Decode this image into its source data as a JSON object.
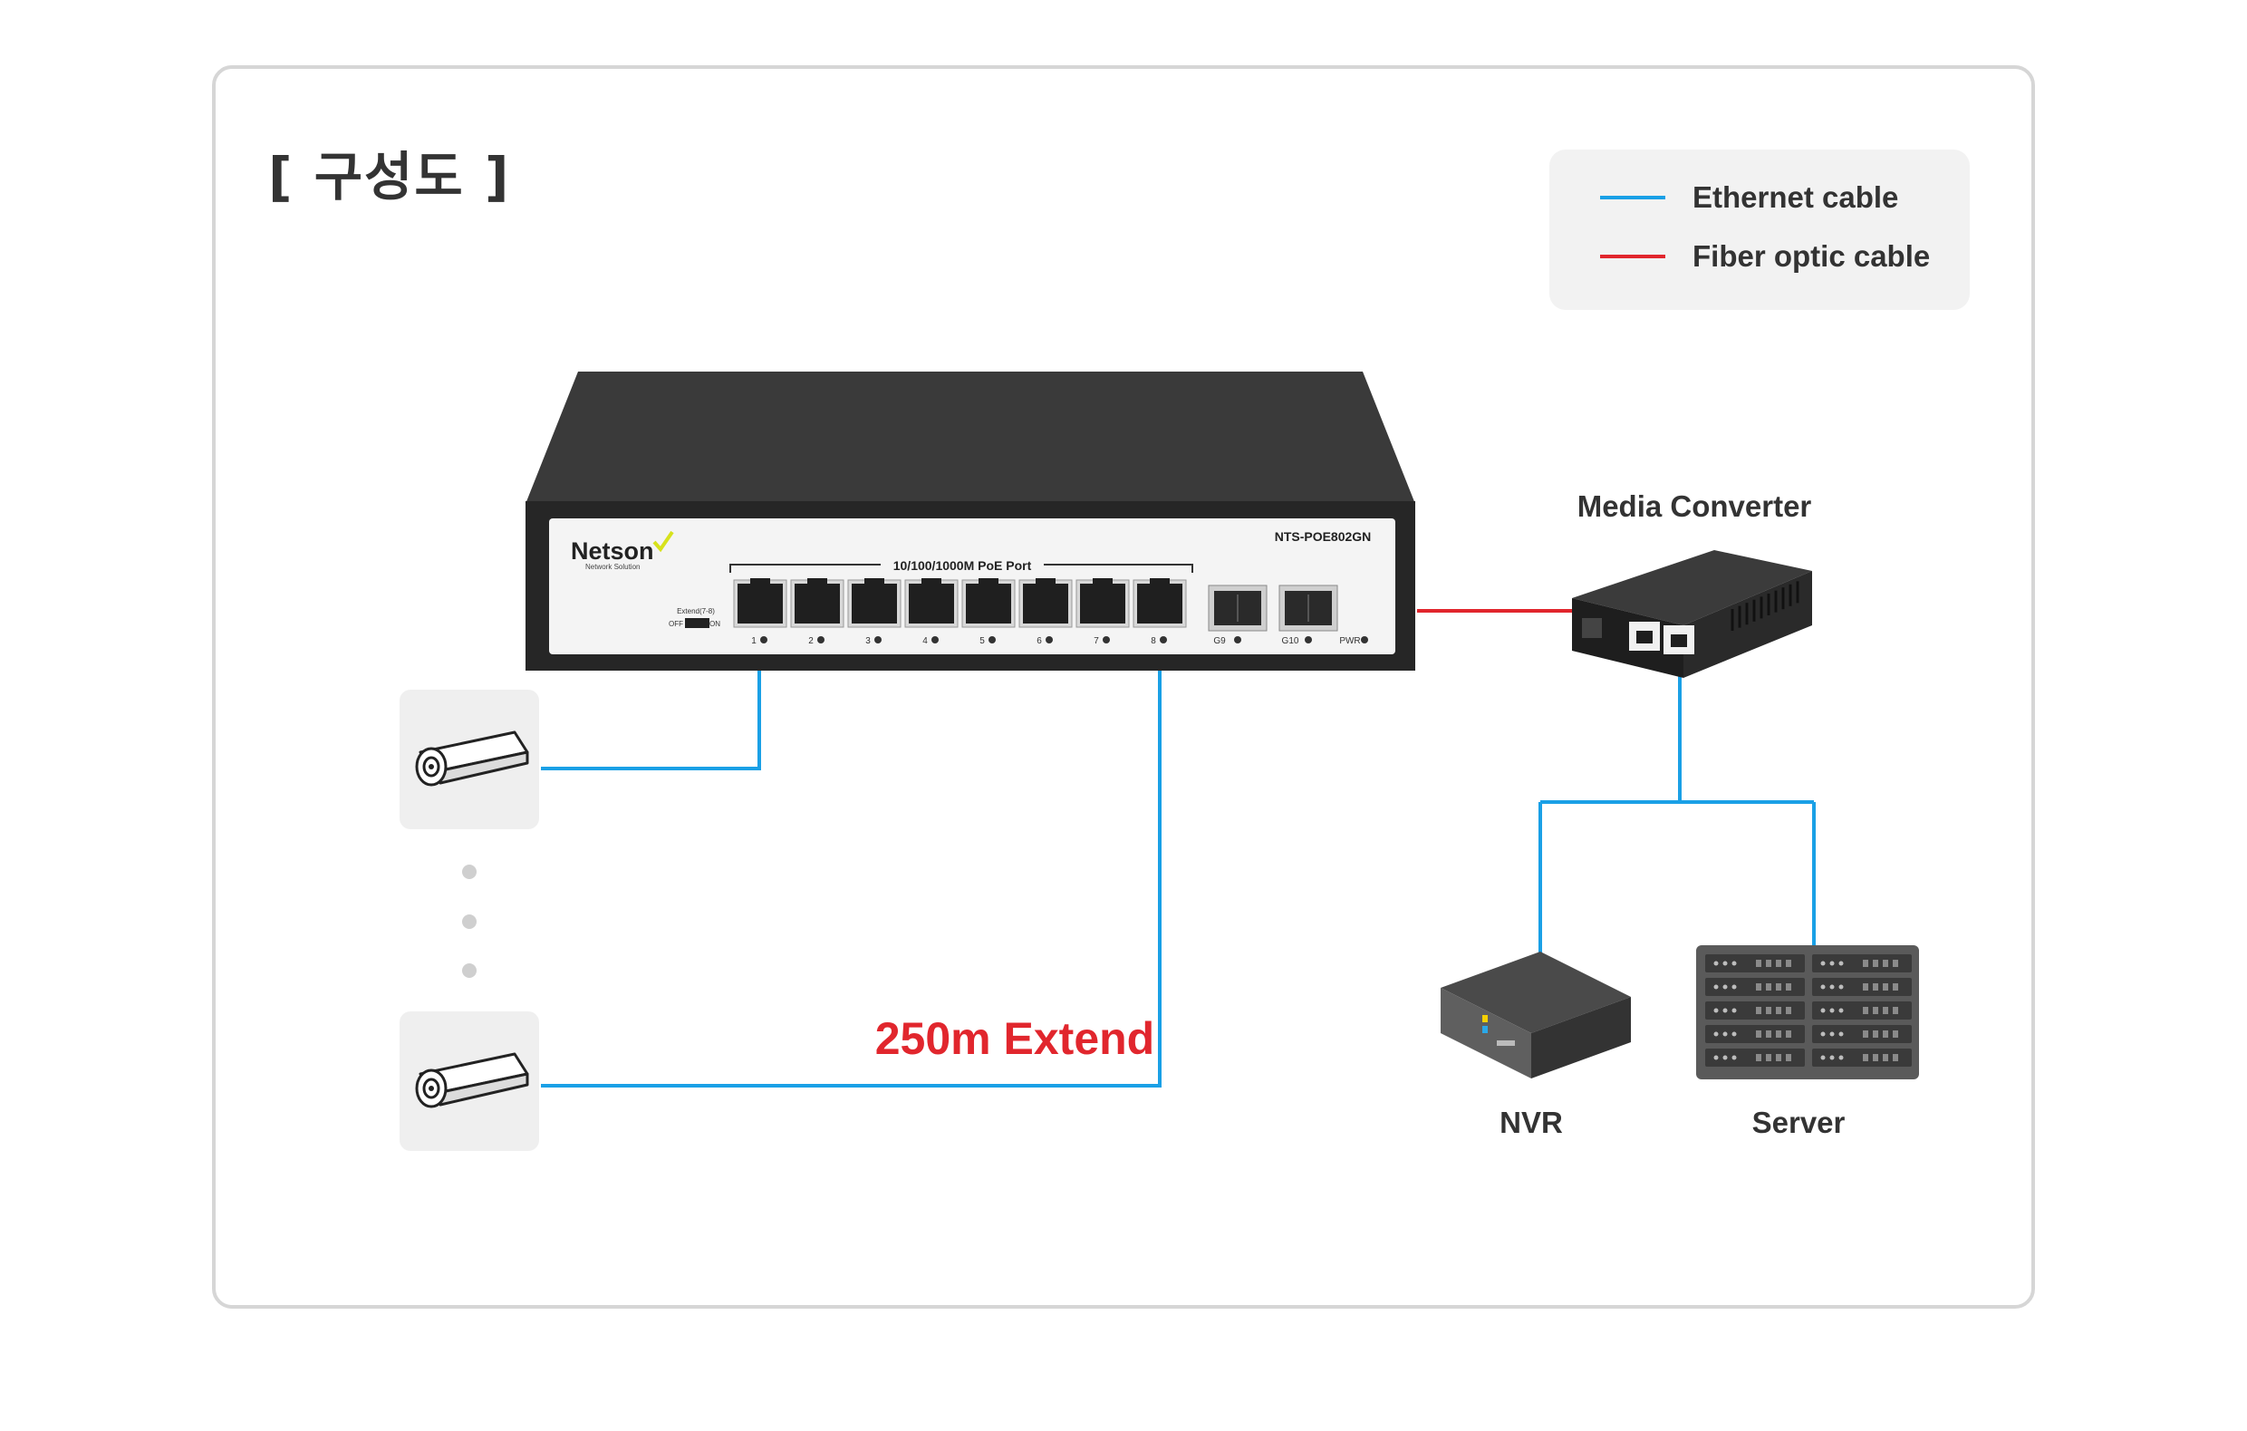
{
  "title": "[ 구성도 ]",
  "legend": {
    "items": [
      {
        "label": "Ethernet cable",
        "color": "#1aa0e6"
      },
      {
        "label": "Fiber optic cable",
        "color": "#e1262d"
      }
    ]
  },
  "switch": {
    "brand": "Netson",
    "brand_sub": "Network Solution",
    "model": "NTS-POE802GN",
    "port_group_label": "10/100/1000M PoE Port",
    "extend_switch_label": "Extend(7-8)",
    "off_label": "OFF",
    "on_label": "ON",
    "port_labels": [
      "1",
      "2",
      "3",
      "4",
      "5",
      "6",
      "7",
      "8"
    ],
    "sfp_labels": [
      "G9",
      "G10"
    ],
    "pwr_label": "PWR"
  },
  "devices": {
    "media_converter": "Media Converter",
    "nvr": "NVR",
    "server": "Server"
  },
  "extend_label": "250m Extend",
  "colors": {
    "ethernet": "#1aa0e6",
    "fiber": "#e1262d",
    "switch_body": "#2f2f2f",
    "switch_panel": "#f4f4f4",
    "brand_check": "#d7e21c"
  }
}
